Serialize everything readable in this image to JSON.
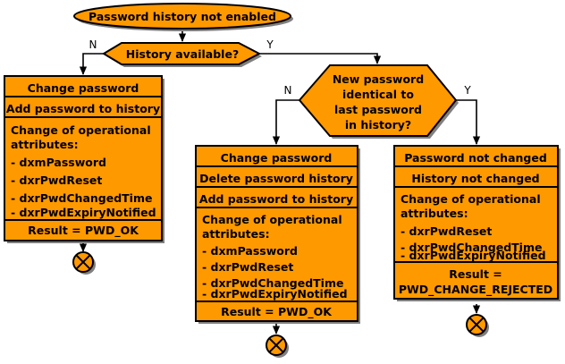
{
  "diagram": {
    "title": "Password history not enabled flow",
    "colors": {
      "node_fill": "#FF9900",
      "node_stroke": "#000000",
      "shadow": "#808080",
      "background": "#FFFFFF",
      "text": "#000000"
    },
    "start": {
      "id": "start-node",
      "shape": "ellipse",
      "label": "Password history not enabled"
    },
    "decisions": [
      {
        "id": "decision-history-available",
        "shape": "diamond",
        "label": "History available?",
        "lines": [
          "History available?"
        ],
        "branch_no": "N",
        "branch_yes": "Y"
      },
      {
        "id": "decision-identical-password",
        "shape": "diamond",
        "lines": [
          "New password",
          "identical to",
          "last password",
          "in history?"
        ],
        "branch_no": "N",
        "branch_yes": "Y"
      }
    ],
    "boxes": [
      {
        "id": "box-no-history",
        "rows": [
          {
            "type": "header",
            "text": "Change password"
          },
          {
            "type": "header",
            "text": "Add password to history"
          },
          {
            "type": "list",
            "lines": [
              "Change of operational",
              "attributes:",
              "- dxmPassword",
              "- dxrPwdReset",
              "- dxrPwdChangedTime",
              "- dxrPwdExpiryNotified"
            ]
          },
          {
            "type": "header",
            "text": "Result = PWD_OK"
          }
        ]
      },
      {
        "id": "box-not-identical",
        "rows": [
          {
            "type": "header",
            "text": "Change password"
          },
          {
            "type": "header",
            "text": "Delete password history"
          },
          {
            "type": "header",
            "text": "Add password to history"
          },
          {
            "type": "list",
            "lines": [
              "Change of operational",
              "attributes:",
              "- dxmPassword",
              "- dxrPwdReset",
              "- dxrPwdChangedTime",
              "- dxrPwdExpiryNotified"
            ]
          },
          {
            "type": "header",
            "text": "Result = PWD_OK"
          }
        ]
      },
      {
        "id": "box-identical",
        "rows": [
          {
            "type": "header",
            "text": "Password not changed"
          },
          {
            "type": "header",
            "text": "History not changed"
          },
          {
            "type": "list",
            "lines": [
              "Change of operational",
              "attributes:",
              "- dxrPwdReset",
              "- dxrPwdChangedTime",
              "- dxrPwdExpiryNotified"
            ]
          },
          {
            "type": "header-2",
            "lines": [
              "Result =",
              "PWD_CHANGE_REJECTED"
            ]
          }
        ]
      }
    ],
    "terminators": [
      {
        "id": "end-node-left",
        "shape": "circle-cross"
      },
      {
        "id": "end-node-middle",
        "shape": "circle-cross"
      },
      {
        "id": "end-node-right",
        "shape": "circle-cross"
      }
    ]
  },
  "text": {
    "start_label": "Password history not enabled",
    "d1_label": "History available?",
    "d1_n": "N",
    "d1_y": "Y",
    "d2_l1": "New password",
    "d2_l2": "identical to",
    "d2_l3": "last password",
    "d2_l4": "in history?",
    "d2_n": "N",
    "d2_y": "Y",
    "b1_r1": "Change password",
    "b1_r2": "Add password to history",
    "b1_l1": "Change of operational",
    "b1_l2": "attributes:",
    "b1_l3": "- dxmPassword",
    "b1_l4": "- dxrPwdReset",
    "b1_l5": "- dxrPwdChangedTime",
    "b1_l6": "- dxrPwdExpiryNotified",
    "b1_r4": "Result = PWD_OK",
    "b2_r1": "Change password",
    "b2_r2": "Delete password history",
    "b2_r3": "Add password to history",
    "b2_l1": "Change of operational",
    "b2_l2": "attributes:",
    "b2_l3": "- dxmPassword",
    "b2_l4": "- dxrPwdReset",
    "b2_l5": "- dxrPwdChangedTime",
    "b2_l6": "- dxrPwdExpiryNotified",
    "b2_r5": "Result = PWD_OK",
    "b3_r1": "Password not changed",
    "b3_r2": "History not changed",
    "b3_l1": "Change of operational",
    "b3_l2": "attributes:",
    "b3_l3": "- dxrPwdReset",
    "b3_l4": "- dxrPwdChangedTime",
    "b3_l5": "- dxrPwdExpiryNotified",
    "b3_r4a": "Result =",
    "b3_r4b": "PWD_CHANGE_REJECTED"
  }
}
